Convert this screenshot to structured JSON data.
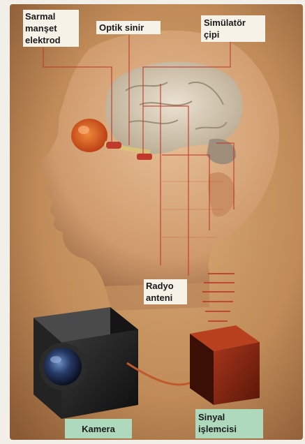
{
  "labels": {
    "sarmal": "Sarmal\nmanşet\nelektrod",
    "optik": "Optik sinir",
    "simulator": "Simülatör\nçipi",
    "radyo": "Radyo\nanteni",
    "kamera": "Kamera",
    "sinyal": "Sinyal\nişlemcisi"
  },
  "colors": {
    "background": "#c5935f",
    "frame": "#f2efe8",
    "callout_line": "#c0392b",
    "label_box": "#f7f2e7",
    "label_box_green": "#aed9bd"
  }
}
